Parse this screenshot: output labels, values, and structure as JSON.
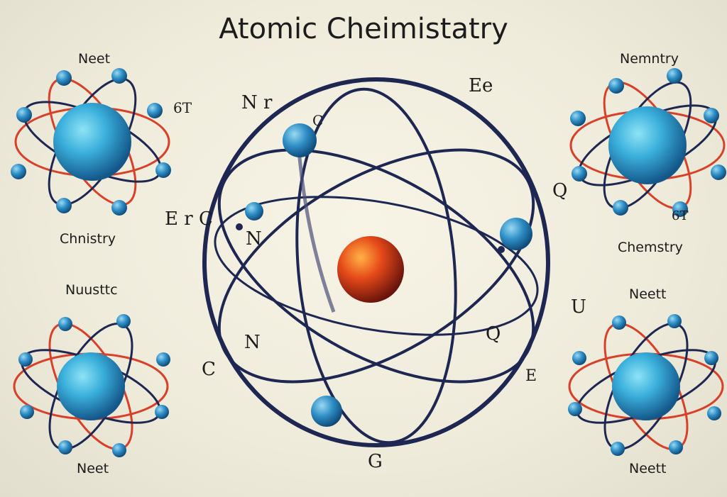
{
  "title": "Atomic Cheimistatry",
  "atoms": [
    {
      "label": "Neet"
    },
    {
      "label": "Nemntry"
    },
    {
      "label": "Nuusttc"
    },
    {
      "label": "Neett"
    }
  ],
  "captions": {
    "top_left_bottom": "Chnistry",
    "top_right_bottom": "Chemstry",
    "bottom_left_bottom": "Neet",
    "bottom_right_bottom": "Neett"
  },
  "symbols": {
    "top_left_side": "6T",
    "top_right_side": "6T",
    "center_n_top": "N r",
    "center_c_top": "C",
    "center_ee": "Ee",
    "center_e": "E r C",
    "center_n_mid": "N",
    "center_q_right": "Q",
    "center_n_low": "N",
    "center_c_low": "C",
    "center_q_low": "Q",
    "center_u": "U",
    "center_e_low": "E",
    "center_e_bottom": "G"
  },
  "colors": {
    "orbit_main": "#1e2752",
    "orbit_red": "#d8402a",
    "electron": "#2f90c8",
    "nucleus_center": "#d4361a",
    "background": "#f3f0e0"
  }
}
